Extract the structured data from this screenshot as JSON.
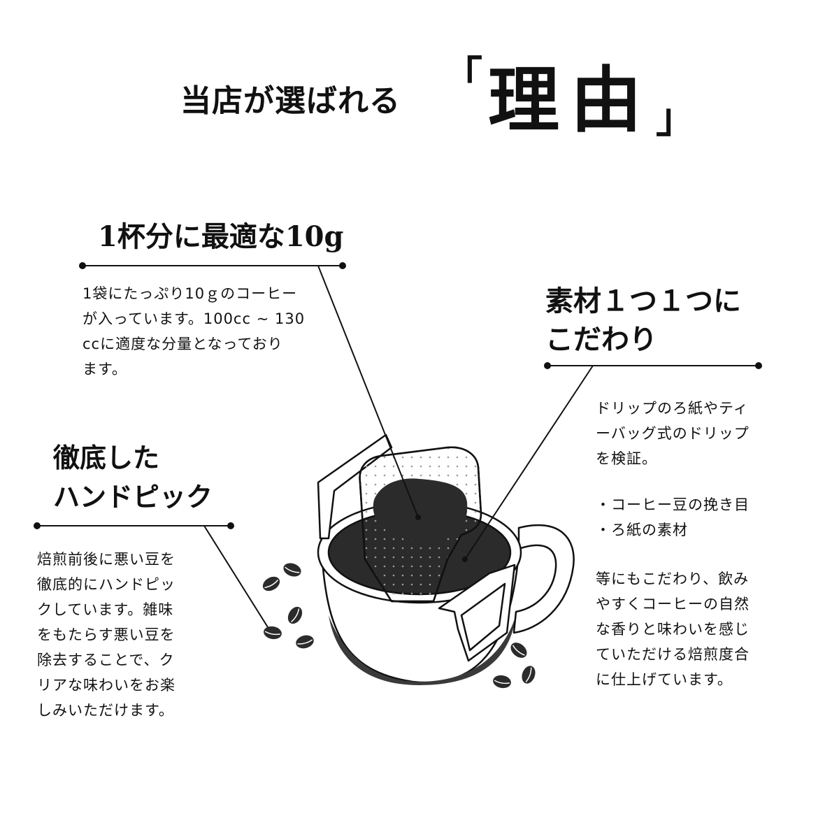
{
  "title": {
    "lead": "当店が選ばれる",
    "bracket_open": "「",
    "emphasis": "理由",
    "bracket_close": "」"
  },
  "sections": [
    {
      "heading": [
        "1杯分に最適な10g"
      ],
      "body": [
        "1袋にたっぷり10ｇのコーヒー",
        "が入っています。100cc ~ 130",
        "ccに適度な分量となっており",
        "ます。"
      ]
    },
    {
      "heading": [
        "素材１つ１つに",
        "こだわり"
      ],
      "body": [
        "ドリップのろ紙やティ",
        "ーバッグ式のドリップ",
        "を検証。",
        "",
        "・コーヒー豆の挽き目",
        "・ろ紙の素材",
        "",
        "等にもこだわり、飲み",
        "やすくコーヒーの自然",
        "な香りと味わいを感じ",
        "ていただける焙煎度合",
        "に仕上げています。"
      ]
    },
    {
      "heading": [
        "徹底した",
        "ハンドピック"
      ],
      "body": [
        "焙煎前後に悪い豆を",
        "徹底的にハンドピッ",
        "クしています。雑味",
        "をもたらす悪い豆を",
        "除去することで、ク",
        "リアな味わいをお楽",
        "しみいただけます。"
      ]
    }
  ],
  "illustration": {
    "subject": "drip-bag-coffee-cup-icon",
    "beans": "coffee-bean-icon"
  },
  "colors": {
    "ink": "#111111",
    "coffee": "#2b2b2b",
    "background": "#ffffff"
  }
}
